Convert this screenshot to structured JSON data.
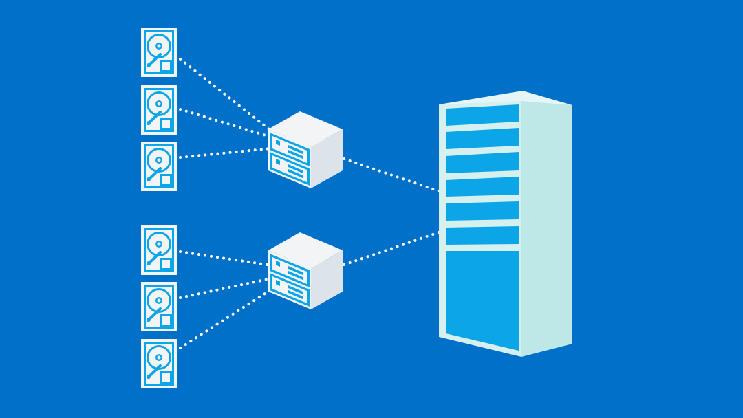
{
  "diagram": {
    "background_color": "#0070C9",
    "accent_light": "#F2F4F6",
    "accent_blue": "#0CA6E8",
    "tower_face": "#D5F0EF",
    "connector_color": "#FFFFFF",
    "disks": [
      {
        "id": "disk-1",
        "icon": "hard-drive-icon",
        "group": 1
      },
      {
        "id": "disk-2",
        "icon": "hard-drive-icon",
        "group": 1
      },
      {
        "id": "disk-3",
        "icon": "hard-drive-icon",
        "group": 1
      },
      {
        "id": "disk-4",
        "icon": "hard-drive-icon",
        "group": 2
      },
      {
        "id": "disk-5",
        "icon": "hard-drive-icon",
        "group": 2
      },
      {
        "id": "disk-6",
        "icon": "hard-drive-icon",
        "group": 2
      }
    ],
    "controllers": [
      {
        "id": "controller-1",
        "icon": "stacked-server-icon",
        "units": 2
      },
      {
        "id": "controller-2",
        "icon": "stacked-server-icon",
        "units": 2
      }
    ],
    "tower": {
      "id": "server-tower",
      "icon": "server-rack-icon",
      "bays": 6
    }
  }
}
